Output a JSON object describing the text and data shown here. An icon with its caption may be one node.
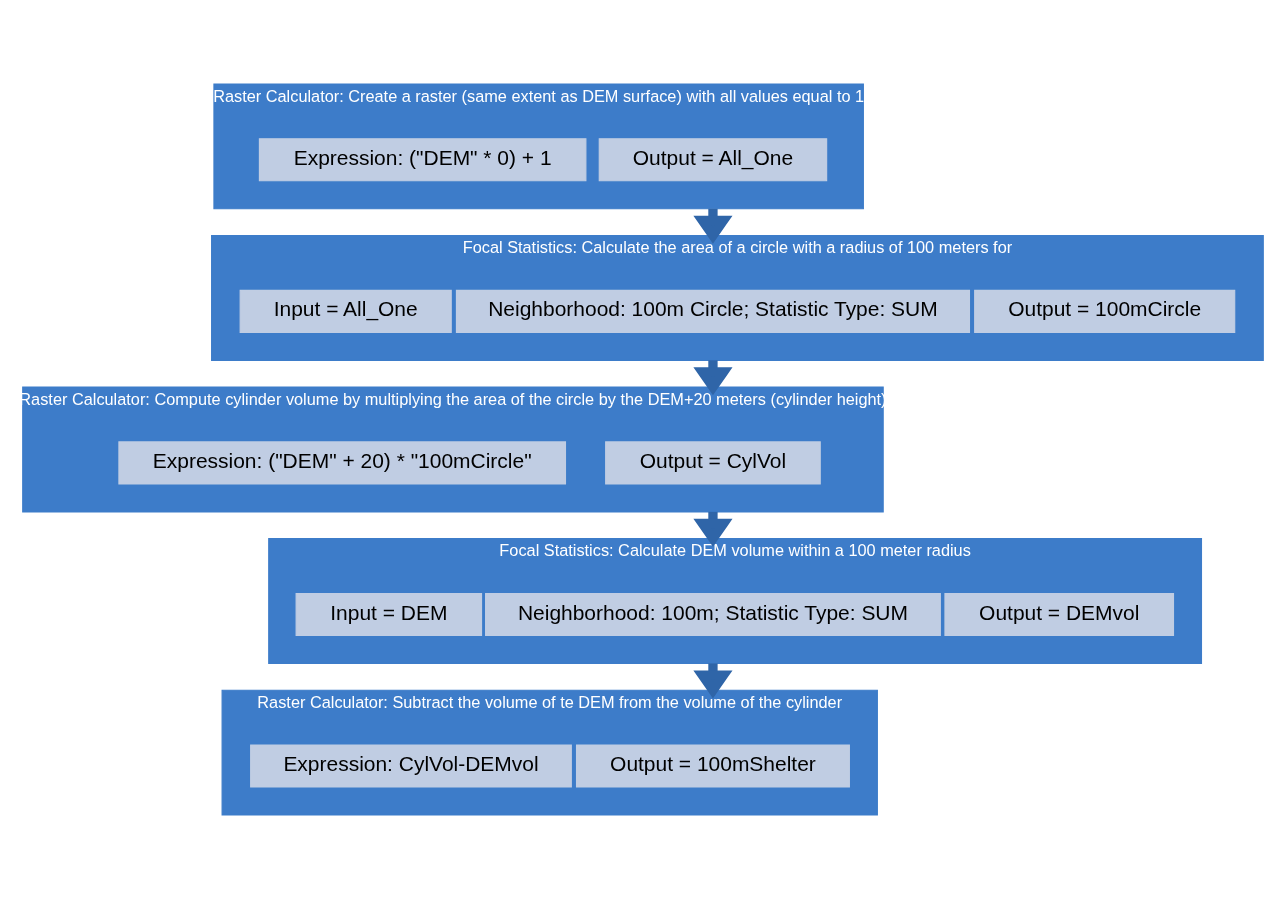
{
  "diagram": {
    "nodes": [
      {
        "text": [
          "Raster Calculator: Create a raster (same extent as DEM surface) with all values equal to 1"
        ]
      },
      {
        "text": [
          "Expression: (\"DEM\" * 0) + 1"
        ],
        "in": 0
      },
      {
        "text": [
          "Output = All_One"
        ],
        "in": 0
      },
      {
        "text": [
          "Focal Statistics: Calculate the area of a circle with a radius of 100 meters for"
        ]
      },
      {
        "text": [
          "Input = All_One"
        ],
        "in": 3
      },
      {
        "text": [
          "Neighborhood: 100m Circle; Statistic Type: SUM"
        ],
        "in": 3
      },
      {
        "text": [
          "Output = 100mCircle"
        ],
        "in": 3
      },
      {
        "text": [
          "Raster Calculator: Compute cylinder volume by multiplying the area of the circle by the DEM+20 meters (cylinder height)"
        ]
      },
      {
        "text": [
          "Expression: (\"DEM\" + 20) * \"100mCircle\""
        ],
        "in": 7
      },
      {
        "text": [
          "Output = CylVol"
        ],
        "in": 7
      },
      {
        "text": [
          "Focal Statistics: Calculate DEM volume within a 100 meter radius"
        ]
      },
      {
        "text": [
          "Input = DEM"
        ],
        "in": 10
      },
      {
        "text": [
          "Neighborhood: 100m; Statistic Type: SUM"
        ],
        "in": 10
      },
      {
        "text": [
          "Output = DEMvol"
        ],
        "in": 10
      },
      {
        "text": [
          "Raster Calculator: Subtract the volume of te DEM from the volume of the cylinder"
        ]
      },
      {
        "text": [
          "Expression: CylVol-DEMvol"
        ],
        "in": 14
      },
      {
        "text": [
          "Output = 100mShelter"
        ],
        "in": 14
      }
    ],
    "edges": [
      {
        "from": 0,
        "to": 3,
        "arrow": "to"
      },
      {
        "from": 3,
        "to": 7,
        "arrow": "to"
      },
      {
        "from": 7,
        "to": 10,
        "arrow": "to"
      },
      {
        "from": 10,
        "to": 14,
        "arrow": "to"
      }
    ]
  }
}
